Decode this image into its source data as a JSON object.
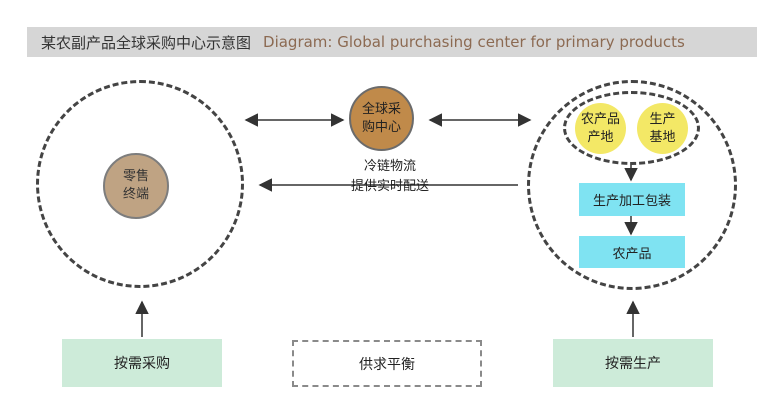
{
  "title": {
    "cn": "某农副产品全球采购中心示意图",
    "en": "Diagram: Global purchasing center for primary products"
  },
  "hub": {
    "line1": "全球采",
    "line2": "购中心"
  },
  "retail": {
    "line1": "零售",
    "line2": "终端"
  },
  "origin": {
    "farm": {
      "line1": "农产品",
      "line2": "产地"
    },
    "base": {
      "line1": "生产",
      "line2": "基地"
    }
  },
  "processing": "生产加工包装",
  "product": "农产品",
  "flow": {
    "line1": "冷链物流",
    "line2": "提供实时配送"
  },
  "bottom": {
    "left": "按需采购",
    "middle": "供求平衡",
    "right": "按需生产"
  }
}
